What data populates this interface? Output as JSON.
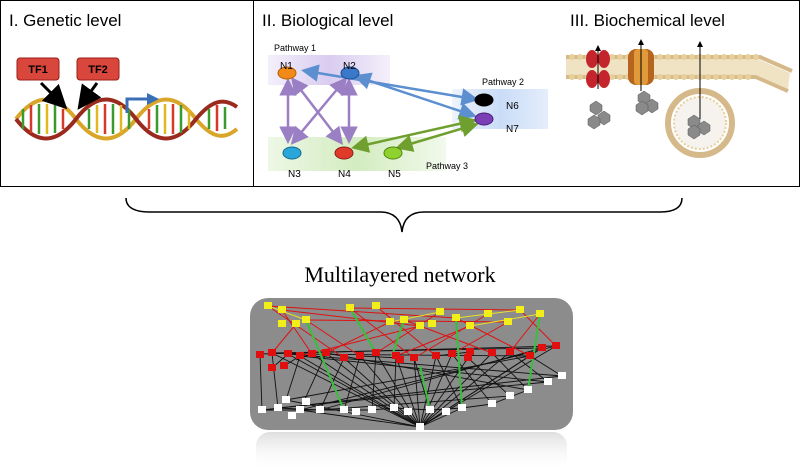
{
  "panels": {
    "genetic": {
      "title": "I. Genetic level",
      "tf1": "TF1",
      "tf2": "TF2"
    },
    "biological": {
      "title": "II. Biological level",
      "pathway1": "Pathway 1",
      "pathway2": "Pathway 2",
      "pathway3": "Pathway 3",
      "nodes": [
        "N1",
        "N2",
        "N3",
        "N4",
        "N5",
        "N6",
        "N7"
      ]
    },
    "biochemical": {
      "title": "III. Biochemical level"
    }
  },
  "network": {
    "title": "Multilayered network"
  },
  "colors": {
    "tf_box": "#d9463b",
    "pathway1_bg": "#d9ccf0",
    "pathway2_bg": "#c9dcf7",
    "pathway3_bg": "#d3ecc0",
    "arrow_purple": "#9b7fc4",
    "arrow_blue": "#5b8fd0",
    "arrow_green": "#6f9f2f",
    "net_bg": "#8c8c8c",
    "yellow_node": "#f2ee1a",
    "red_node": "#e01010",
    "white_node": "#ffffff",
    "green_edge": "#35c23a"
  }
}
